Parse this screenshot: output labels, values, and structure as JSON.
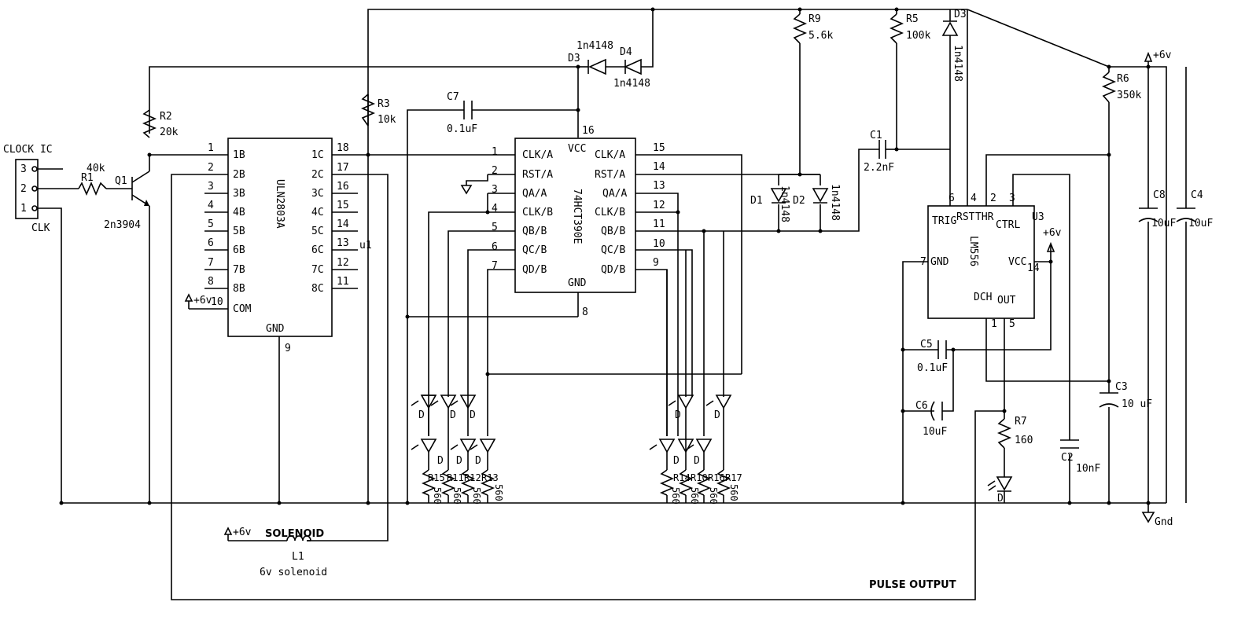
{
  "components": {
    "clock_ic": {
      "title": "CLOCK IC",
      "pins": [
        "3",
        "2",
        "1"
      ],
      "label": "CLK"
    },
    "r1": {
      "ref": "R1",
      "value": "40k"
    },
    "q1": {
      "ref": "Q1",
      "value": "2n3904"
    },
    "r2": {
      "ref": "R2",
      "value": "20k"
    },
    "r3": {
      "ref": "R3",
      "value": "10k"
    },
    "r5": {
      "ref": "R5",
      "value": "100k"
    },
    "r6": {
      "ref": "R6",
      "value": "350k"
    },
    "r7": {
      "ref": "R7",
      "value": "160"
    },
    "r9": {
      "ref": "R9",
      "value": "5.6k"
    },
    "c1": {
      "ref": "C1",
      "value": "2.2nF"
    },
    "c2": {
      "ref": "C2",
      "value": "10nF"
    },
    "c3": {
      "ref": "C3",
      "value": "10 uF"
    },
    "c4": {
      "ref": "C4",
      "value": "10uF"
    },
    "c5": {
      "ref": "C5",
      "value": "0.1uF"
    },
    "c6": {
      "ref": "C6",
      "value": "10uF"
    },
    "c7": {
      "ref": "C7",
      "value": "0.1uF"
    },
    "c8": {
      "ref": "C8",
      "value": "10uF"
    },
    "d1": {
      "ref": "D1",
      "value": "1n4148"
    },
    "d2": {
      "ref": "D2",
      "value": "1n4148"
    },
    "d3a": {
      "ref": "D3",
      "value": "1n4148"
    },
    "d3b": {
      "ref": "D3",
      "value": "1n4148"
    },
    "d4": {
      "ref": "D4",
      "value": "1n4148"
    },
    "led_label": "D",
    "uln": {
      "name": "ULN2803A",
      "ref": "u1",
      "left_pins": [
        {
          "num": "1",
          "name": "1B"
        },
        {
          "num": "2",
          "name": "2B"
        },
        {
          "num": "3",
          "name": "3B"
        },
        {
          "num": "4",
          "name": "4B"
        },
        {
          "num": "5",
          "name": "5B"
        },
        {
          "num": "6",
          "name": "6B"
        },
        {
          "num": "7",
          "name": "7B"
        },
        {
          "num": "8",
          "name": "8B"
        },
        {
          "num": "10",
          "name": "COM"
        }
      ],
      "right_pins": [
        {
          "num": "18",
          "name": "1C"
        },
        {
          "num": "17",
          "name": "2C"
        },
        {
          "num": "16",
          "name": "3C"
        },
        {
          "num": "15",
          "name": "4C"
        },
        {
          "num": "14",
          "name": "5C"
        },
        {
          "num": "13",
          "name": "6C"
        },
        {
          "num": "12",
          "name": "7C"
        },
        {
          "num": "11",
          "name": "8C"
        }
      ],
      "gnd": {
        "num": "9",
        "name": "GND"
      }
    },
    "hct": {
      "name": "74HCT390E",
      "left_pins": [
        {
          "num": "1",
          "name": "CLK/A"
        },
        {
          "num": "2",
          "name": "RST/A"
        },
        {
          "num": "3",
          "name": "QA/A"
        },
        {
          "num": "4",
          "name": "CLK/B"
        },
        {
          "num": "5",
          "name": "QB/B"
        },
        {
          "num": "6",
          "name": "QC/B"
        },
        {
          "num": "7",
          "name": "QD/B"
        }
      ],
      "right_pins": [
        {
          "num": "15",
          "name": "CLK/A"
        },
        {
          "num": "14",
          "name": "RST/A"
        },
        {
          "num": "13",
          "name": "QA/A"
        },
        {
          "num": "12",
          "name": "CLK/B"
        },
        {
          "num": "11",
          "name": "QB/B"
        },
        {
          "num": "10",
          "name": "QC/B"
        },
        {
          "num": "9",
          "name": "QD/B"
        }
      ],
      "vcc": {
        "num": "16",
        "name": "VCC"
      },
      "gnd": {
        "num": "8",
        "name": "GND"
      }
    },
    "lm556": {
      "name": "LM556",
      "ref": "U3",
      "top_pins": [
        "6",
        "4",
        "2",
        "3"
      ],
      "labels": {
        "trig": "TRIG",
        "rst": "RST",
        "thr": "THR",
        "ctrl": "CTRL",
        "gnd": "GND",
        "vcc": "VCC",
        "dch": "DCH",
        "out": "OUT"
      },
      "pin_gnd": "7",
      "pin_vcc": "14",
      "pin_dch": "1",
      "pin_out": "5"
    },
    "res_left": {
      "refs": [
        "R15",
        "R11",
        "R12",
        "R13"
      ],
      "value": "560"
    },
    "res_right": {
      "refs": [
        "R14",
        "R10",
        "R16",
        "R17"
      ],
      "value": "560"
    },
    "solenoid": {
      "ref": "L1",
      "title": "SOLENOID",
      "value": "6v solenoid"
    }
  },
  "nets": {
    "supply": "+6v",
    "gnd": "Gnd",
    "pulse_output": "PULSE OUTPUT"
  }
}
